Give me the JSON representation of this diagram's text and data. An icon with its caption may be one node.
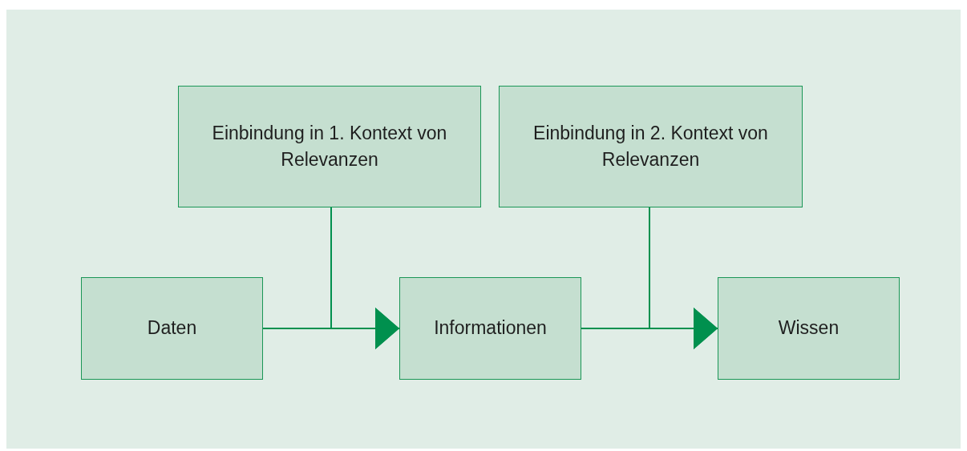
{
  "diagram": {
    "nodes": [
      {
        "text": [
          "Daten"
        ]
      },
      {
        "text": [
          "Einbindung in 1. Kontext von Relevanzen"
        ]
      },
      {
        "text": [
          "Informationen"
        ]
      },
      {
        "text": [
          "Einbindung in 2. Kontext von Relevanzen"
        ]
      },
      {
        "text": [
          "Wissen"
        ]
      }
    ],
    "edges": [
      {
        "from": 0,
        "to": 2,
        "arrow": "to"
      },
      {
        "from": 1,
        "to": 2,
        "arrow": "to"
      },
      {
        "from": 2,
        "to": 4,
        "arrow": "to"
      },
      {
        "from": 3,
        "to": 4,
        "arrow": "to"
      }
    ]
  }
}
